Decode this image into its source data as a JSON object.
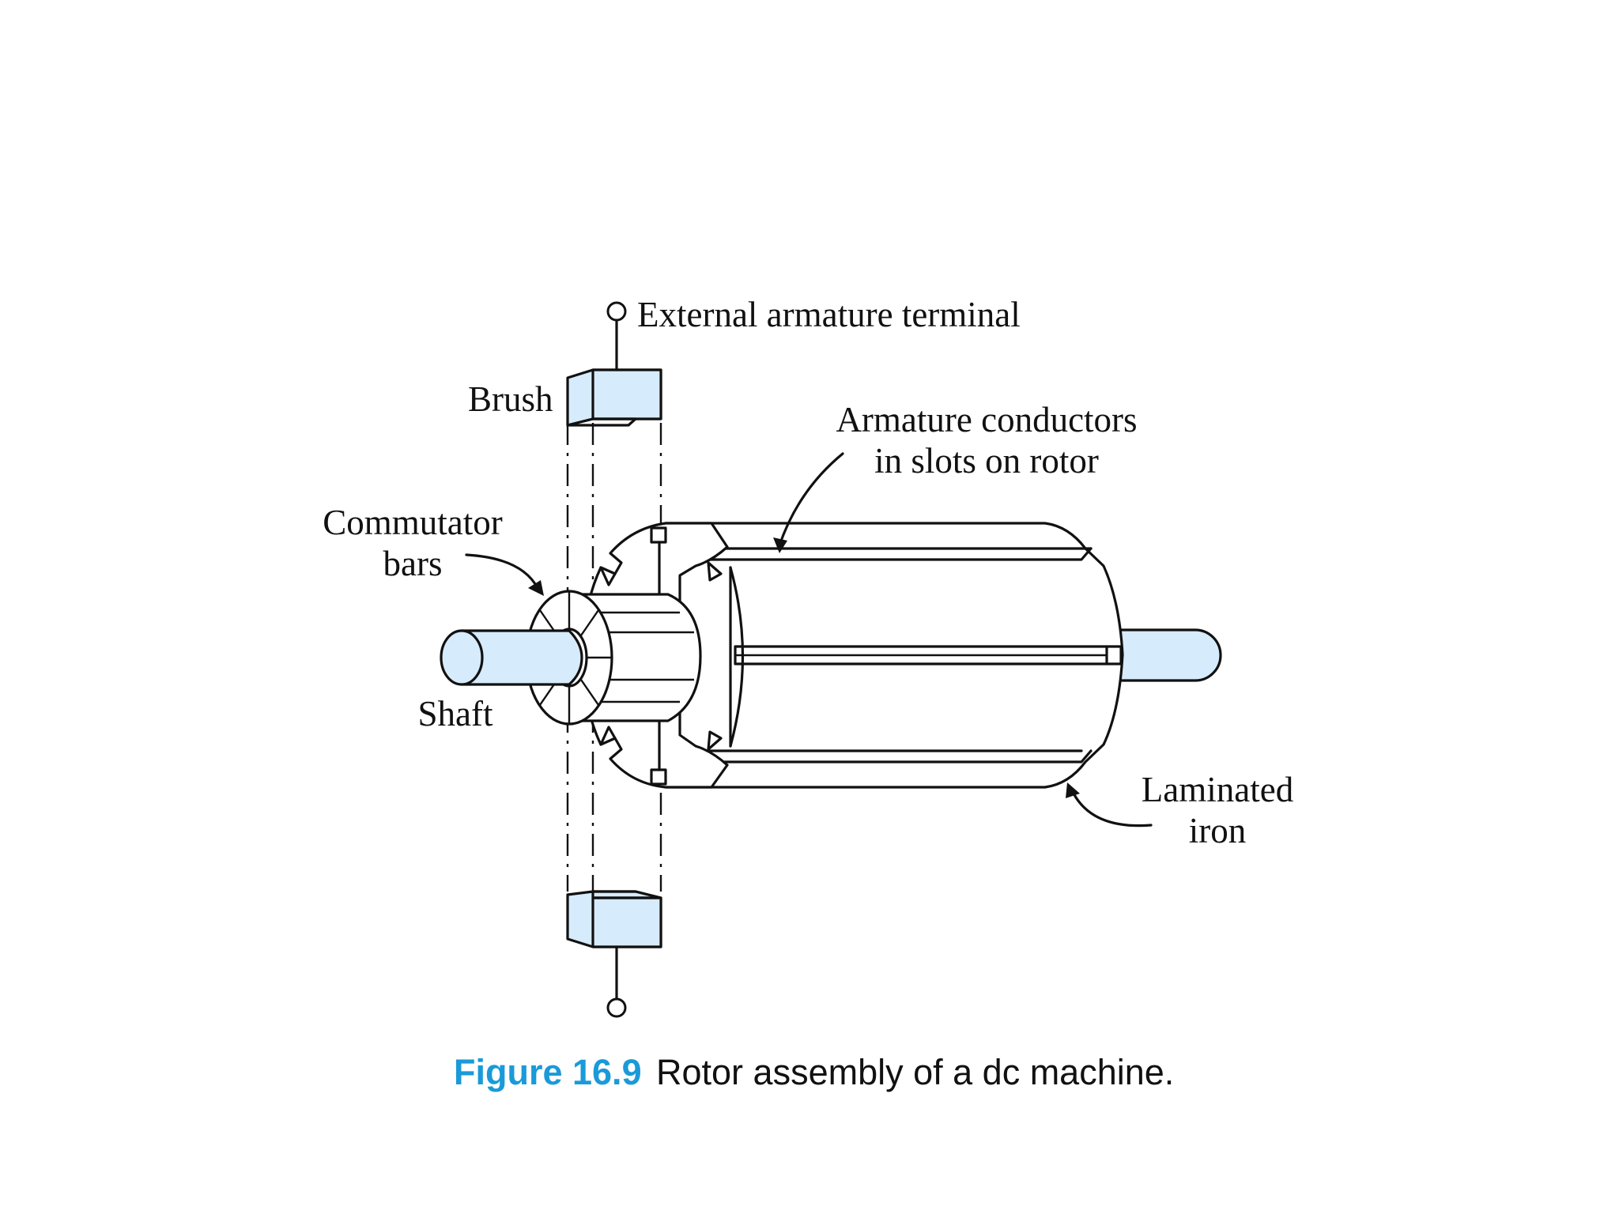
{
  "labels": {
    "external_terminal": "External armature terminal",
    "brush": "Brush",
    "armature_line1": "Armature conductors",
    "armature_line2": "in slots on rotor",
    "commutator_line1": "Commutator",
    "commutator_line2": "bars",
    "shaft": "Shaft",
    "laminated_line1": "Laminated",
    "laminated_line2": "iron"
  },
  "caption": {
    "number": "Figure 16.9",
    "text": "Rotor assembly of a dc machine."
  },
  "colors": {
    "part_fill": "#d6ebfb",
    "caption_number": "#1a9ad8",
    "line": "#111111"
  }
}
